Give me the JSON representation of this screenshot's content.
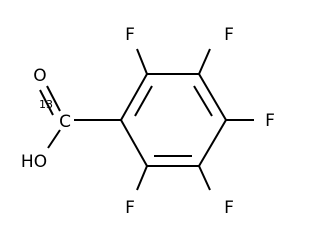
{
  "molecule": {
    "atoms": {
      "f_top_left": "F",
      "f_top_right": "F",
      "f_right": "F",
      "f_bottom_right": "F",
      "f_bottom_left": "F",
      "carbonyl_o": "O",
      "hydroxyl": "HO",
      "carboxyl_c": "C",
      "isotope_mass": "13"
    }
  },
  "colors": {
    "stroke": "#000000",
    "background": "#ffffff"
  }
}
